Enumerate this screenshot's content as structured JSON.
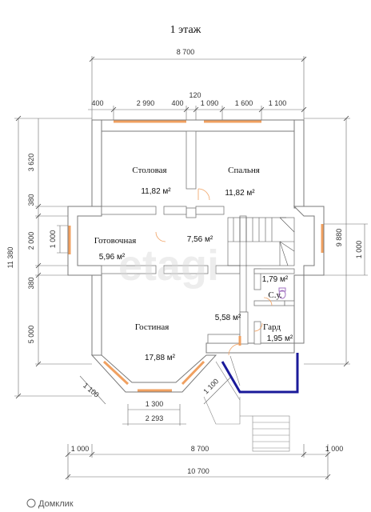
{
  "floor_title": "1 этаж",
  "dimensions": {
    "top_total": "8 700",
    "top_parts": [
      "400",
      "2 990",
      "400",
      "120",
      "1 090",
      "1 600",
      "1 100"
    ],
    "left_total": "11 380",
    "left_parts": [
      "3 620",
      "380",
      "2 000",
      "380",
      "5 000"
    ],
    "left_inner": "1 000",
    "right_total": "9 880",
    "right_inner": "1 000",
    "bay_diag_left": "1 100",
    "bay_diag_right": "1 100",
    "bay_width": "1 300",
    "bay_full": "2 293",
    "bottom_parts": [
      "1 000",
      "8 700",
      "1 000"
    ],
    "bottom_total": "10 700"
  },
  "rooms": [
    {
      "name": "Столовая",
      "area": "11,82 м²"
    },
    {
      "name": "Спальня",
      "area": "11,82 м²"
    },
    {
      "name": "Готовочная",
      "area": "5,96 м²"
    },
    {
      "name": "",
      "area": "7,56 м²"
    },
    {
      "name": "С.у.",
      "area": "1,79 м²"
    },
    {
      "name": "",
      "area": "5,58 м²"
    },
    {
      "name": "Гард",
      "area": "1,95 м²"
    },
    {
      "name": "Гостиная",
      "area": "17,88 м²"
    }
  ],
  "watermark": "etagi",
  "source_watermark": "Домклик",
  "colors": {
    "wall": "#ffffff",
    "wall_stroke": "#7a7a7a",
    "window": "#f0a060",
    "terrace": "#1a1a9a",
    "dimension": "#6a6a6a",
    "stair": "#555555"
  }
}
